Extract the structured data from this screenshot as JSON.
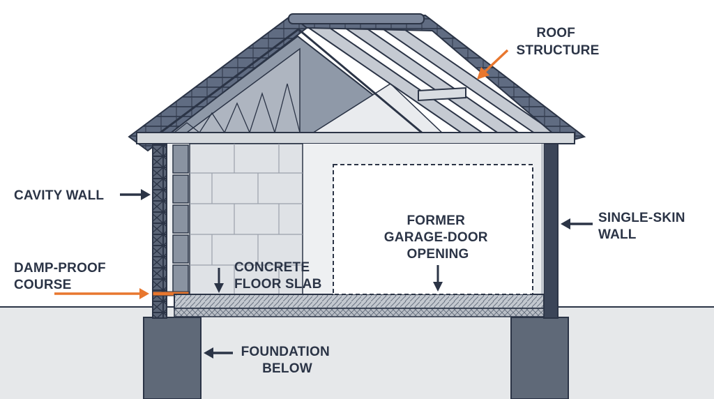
{
  "labels": {
    "roof_structure": [
      "ROOF",
      "STRUCTURE"
    ],
    "cavity_wall": [
      "CAVITY WALL"
    ],
    "single_skin_wall": [
      "SINGLE-SKIN",
      "WALL"
    ],
    "damp_proof_course": [
      "DAMP-PROOF",
      "COURSE"
    ],
    "concrete_floor_slab": [
      "CONCRETE",
      "FLOOR SLAB"
    ],
    "former_garage_door_opening": [
      "FORMER",
      "GARAGE-DOOR",
      "OPENING"
    ],
    "foundation_below": [
      "FOUNDATION",
      "BELOW"
    ]
  },
  "colors": {
    "outline": "#2b3446",
    "roof_tile": "#5e6a80",
    "roof_dark": "#3b4558",
    "roof_void": "#9da6b3",
    "block_wall": "#dfe2e6",
    "interior": "#eef0f2",
    "ground": "#e6e8ea",
    "foundation": "#5f6978",
    "accent_arrow": "#e8772e",
    "dark_arrow": "#2b3446"
  }
}
